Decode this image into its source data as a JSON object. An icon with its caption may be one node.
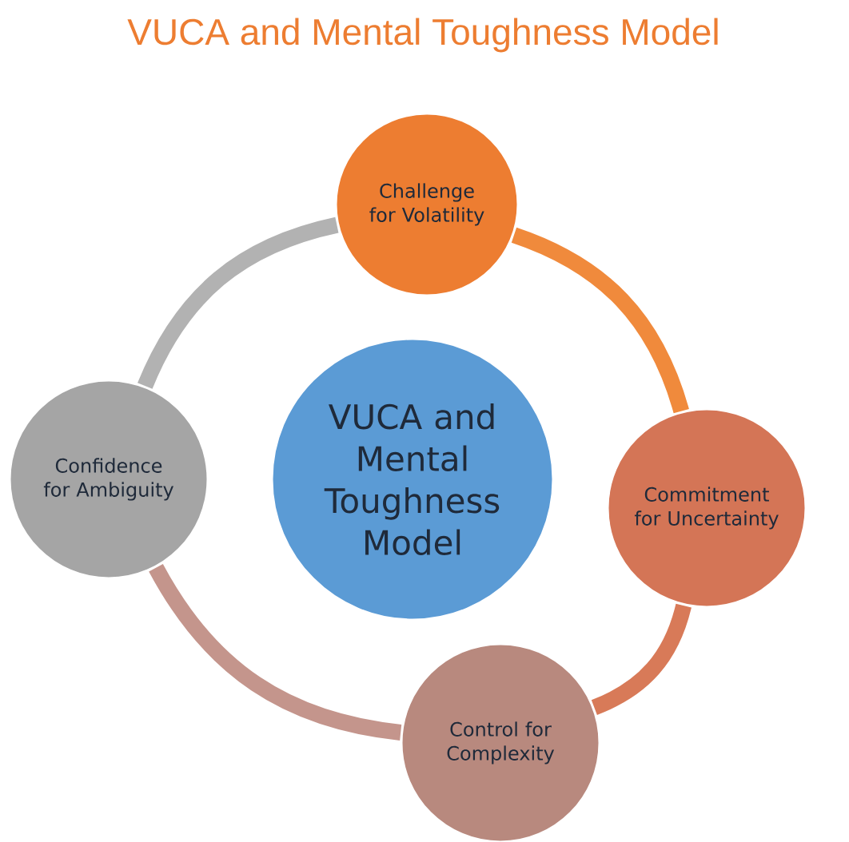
{
  "diagram": {
    "title": "VUCA and Mental Toughness Model",
    "nodes": [
      {
        "text": [
          "Challenge for Volatility"
        ]
      },
      {
        "text": [
          "Confidence for Ambiguity"
        ]
      },
      {
        "text": [
          "VUCA and Mental Toughness Model"
        ]
      },
      {
        "text": [
          "Commitment for Uncertainty"
        ]
      },
      {
        "text": [
          "Control for Complexity"
        ]
      }
    ],
    "edges": [
      {
        "from": 0,
        "to": 3,
        "arrow": "none",
        "color": "#f08a3c"
      },
      {
        "from": 3,
        "to": 4,
        "arrow": "none",
        "color": "#d87a58"
      },
      {
        "from": 4,
        "to": 1,
        "arrow": "none",
        "color": "#c4958c"
      },
      {
        "from": 1,
        "to": 0,
        "arrow": "none",
        "color": "#b2b2b2"
      }
    ]
  }
}
